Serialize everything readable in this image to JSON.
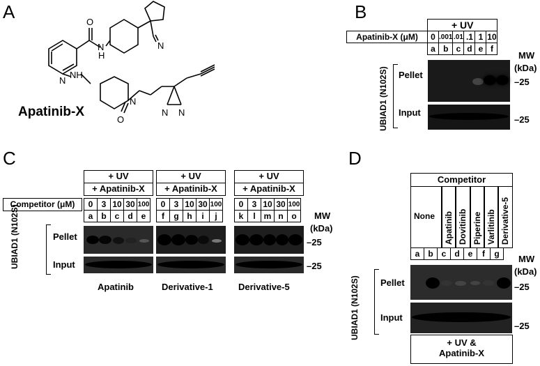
{
  "panels": {
    "a": "A",
    "b": "B",
    "c": "C",
    "d": "D"
  },
  "a": {
    "compound": "Apatinib-X",
    "atoms": {
      "o1": "O",
      "nh1": "N",
      "h1": "H",
      "nh2": "NH",
      "n_pyr": "N",
      "n_pip": "N",
      "o2": "O",
      "n_cn": "N",
      "n_az1": "N",
      "n_az2": "N"
    }
  },
  "b": {
    "uv": "+ UV",
    "conc_label": "Apatinib-X (μM)",
    "concs": [
      "0",
      ".001",
      ".01",
      ".1",
      "1",
      "10"
    ],
    "lanes": [
      "a",
      "b",
      "c",
      "d",
      "e",
      "f"
    ],
    "protein": "UBIAD1 (N102S)",
    "pellet": "Pellet",
    "input": "Input",
    "mw": "MW",
    "kda": "(kDa)",
    "m25": "–25",
    "m25b": "–25"
  },
  "c": {
    "uv": "+ UV",
    "apx": "+ Apatinib-X",
    "comp_label": "Competitor (μM)",
    "concs": [
      "0",
      "3",
      "10",
      "30",
      "100"
    ],
    "groups": [
      {
        "lanes": [
          "a",
          "b",
          "c",
          "d",
          "e"
        ],
        "name": "Apatinib"
      },
      {
        "lanes": [
          "f",
          "g",
          "h",
          "i",
          "j"
        ],
        "name": "Derivative-1"
      },
      {
        "lanes": [
          "k",
          "l",
          "m",
          "n",
          "o"
        ],
        "name": "Derivative-5"
      }
    ],
    "protein": "UBIAD1 (N102S)",
    "pellet": "Pellet",
    "input": "Input",
    "mw": "MW",
    "kda": "(kDa)",
    "m25": "–25",
    "m25b": "–25"
  },
  "d": {
    "competitor": "Competitor",
    "none": "None",
    "comps": [
      "Apatinib",
      "Dovitinib",
      "Piperine",
      "Varlitinib",
      "Derivative-5"
    ],
    "lanes": [
      "a",
      "b",
      "c",
      "d",
      "e",
      "f",
      "g"
    ],
    "protein": "UBIAD1 (N102S)",
    "pellet": "Pellet",
    "input": "Input",
    "mw": "MW",
    "kda": "(kDa)",
    "m25": "–25",
    "m25b": "–25",
    "footer1": "+ UV &",
    "footer2": "Apatinib-X"
  }
}
